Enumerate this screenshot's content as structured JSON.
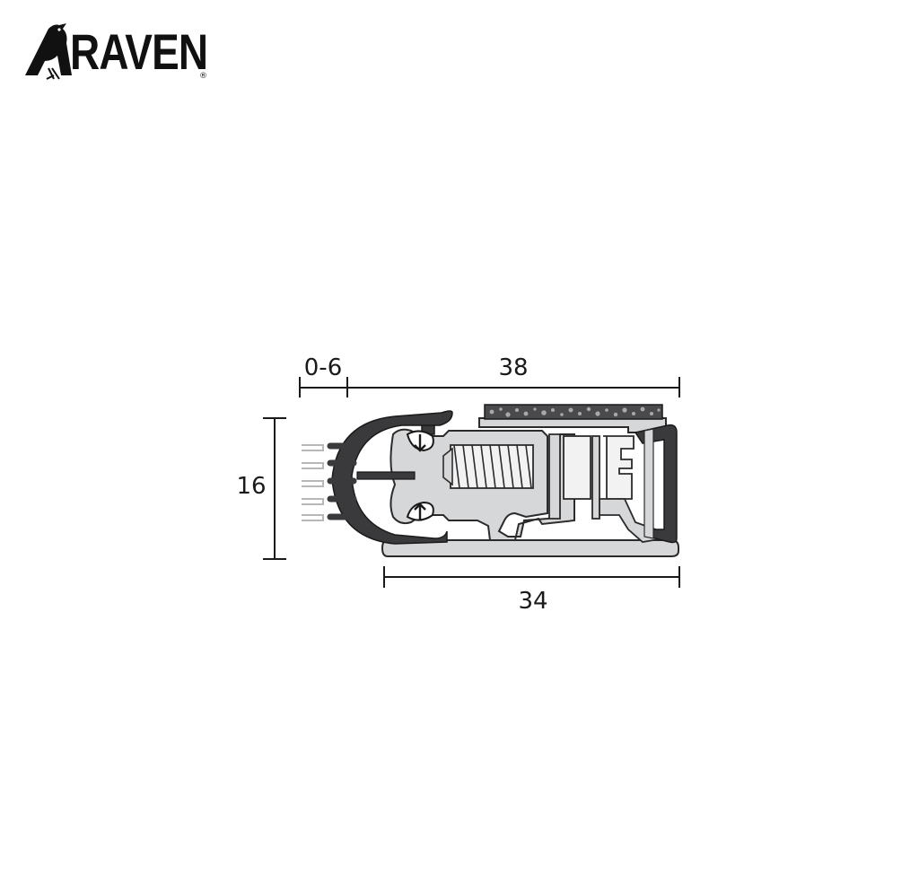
{
  "brand": {
    "name": "RAVEN",
    "registered_mark": "®"
  },
  "dimensions": {
    "gap": "0-6",
    "overall_width": "38",
    "height": "16",
    "base_width": "34"
  },
  "colors": {
    "line": "#1a1a1a",
    "seal_dark": "#3a3a3c",
    "aluminium": "#d6d7d8",
    "aluminium_edge": "#2b2b2b",
    "spring": "#f2f2f2",
    "brush_ghost": "#b8b8b8"
  },
  "icons": [
    "raven-bird-icon"
  ]
}
